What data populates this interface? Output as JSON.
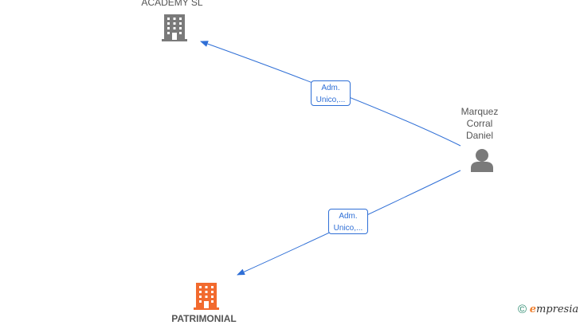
{
  "nodes": {
    "top_company": {
      "label_line": "ACADEMY  SL",
      "icon": "building-icon",
      "color": "#7a7a7a"
    },
    "person": {
      "label_lines": [
        "Marquez",
        "Corral",
        "Daniel"
      ],
      "icon": "person-icon",
      "color": "#7a7a7a"
    },
    "bottom_company": {
      "label_line": "PATRIMONIAL",
      "icon": "building-icon",
      "color": "#f26a2e"
    }
  },
  "edges": [
    {
      "from": "person",
      "to": "top_company",
      "label_lines": [
        "Adm.",
        "Unico,..."
      ],
      "color": "#2f6fd6"
    },
    {
      "from": "person",
      "to": "bottom_company",
      "label_lines": [
        "Adm.",
        "Unico,..."
      ],
      "color": "#2f6fd6"
    }
  ],
  "watermark": {
    "symbol": "©",
    "brand_initial": "e",
    "brand_rest": "mpresia"
  }
}
